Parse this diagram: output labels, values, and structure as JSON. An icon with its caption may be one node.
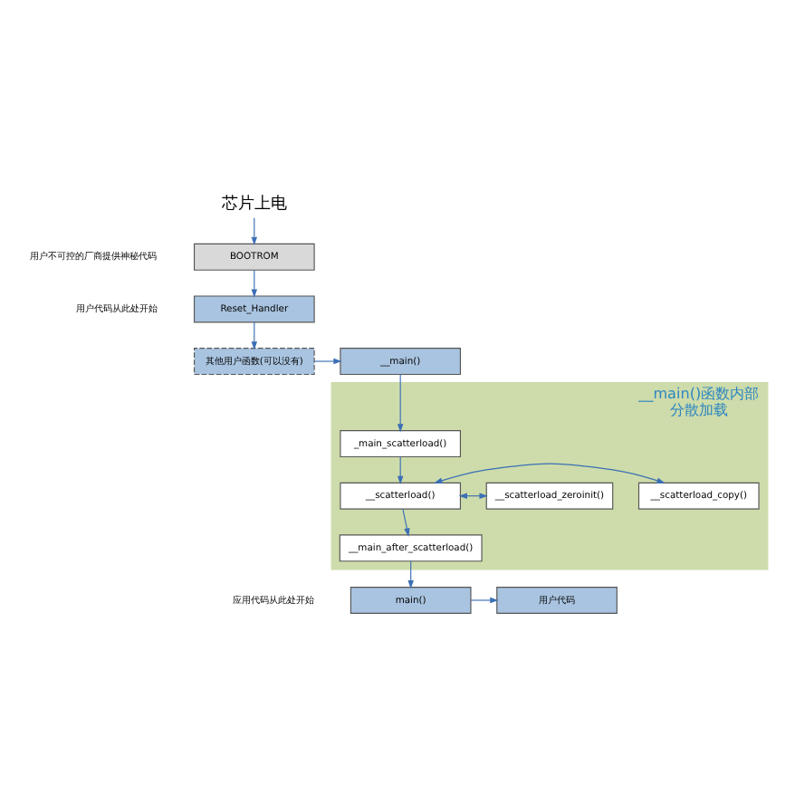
{
  "diagram": {
    "nodes": [
      {
        "text": [
          "芯片上电"
        ]
      },
      {
        "text": [
          "BOOTROM"
        ]
      },
      {
        "text": [
          "Reset_Handler"
        ]
      },
      {
        "text": [
          "__main()"
        ]
      },
      {
        "text": [
          "其他用户函数(可以没有)"
        ]
      },
      {
        "text": [
          "__main()函数内部",
          "分散加载"
        ]
      },
      {
        "text": [
          "_main_scatterload()"
        ],
        "in": 5
      },
      {
        "text": [
          "__scatterload_copy()"
        ],
        "in": 5
      },
      {
        "text": [
          "__scatterload()"
        ],
        "in": 5
      },
      {
        "text": [
          "__scatterload_zeroinit()"
        ],
        "in": 5
      },
      {
        "text": [
          "__main_after_scatterload()"
        ],
        "in": 5
      },
      {
        "text": [
          "main()"
        ]
      },
      {
        "text": [
          "用户代码"
        ]
      }
    ],
    "edges": [
      {
        "from": 0,
        "to": 1,
        "arrow": "to"
      },
      {
        "from": 1,
        "to": 2,
        "arrow": "to"
      },
      {
        "from": 2,
        "to": 4,
        "arrow": "to"
      },
      {
        "from": 4,
        "to": 3,
        "arrow": "to"
      },
      {
        "from": 3,
        "to": 6,
        "arrow": "to"
      },
      {
        "from": 6,
        "to": 8,
        "arrow": "to"
      },
      {
        "from": 8,
        "to": 7,
        "arrow": "both"
      },
      {
        "from": 8,
        "to": 9,
        "arrow": "both"
      },
      {
        "from": 8,
        "to": 10,
        "arrow": "to"
      },
      {
        "from": 10,
        "to": 11,
        "arrow": "to"
      },
      {
        "from": 11,
        "to": 12,
        "arrow": "to"
      }
    ],
    "labels": [
      "用户不可控的厂商提供神秘代码",
      "用户代码从此处开始",
      "应用代码从此处开始"
    ]
  }
}
